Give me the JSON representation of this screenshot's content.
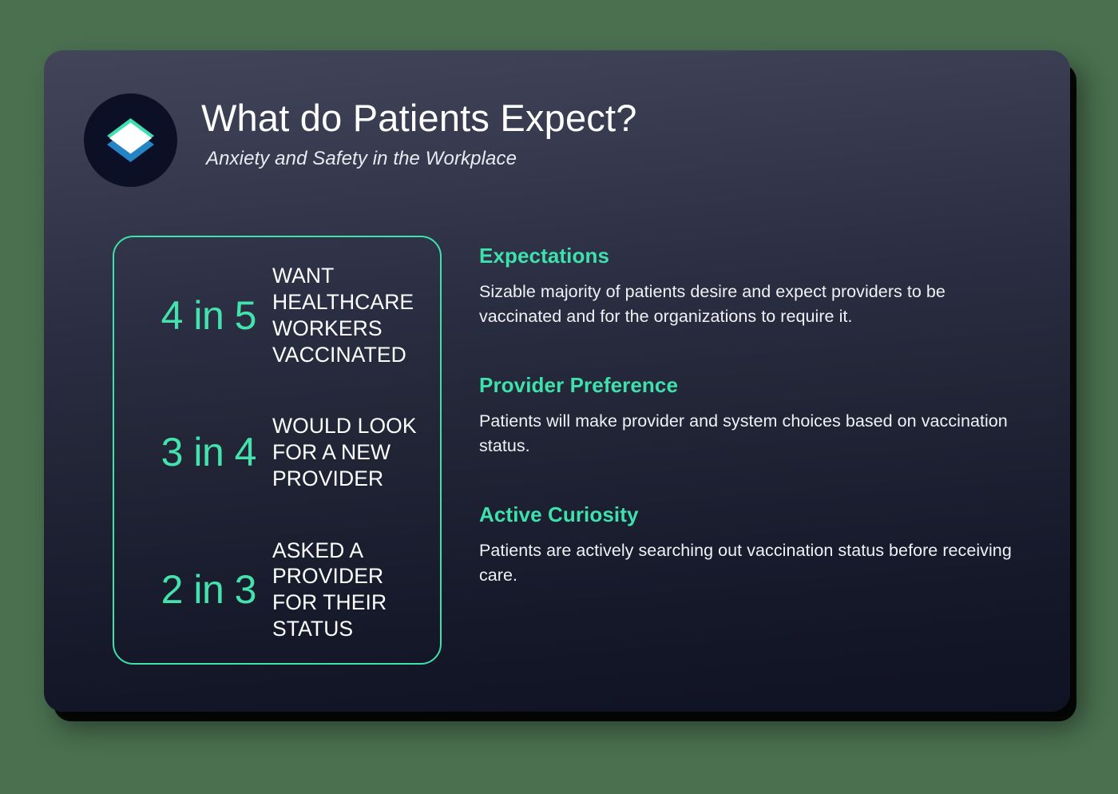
{
  "page": {
    "background_color": "#4a7050",
    "card_gradient_top": "#42455a",
    "card_gradient_bottom": "#101323",
    "accent_color": "#3ee0ac",
    "stat_number_color": "#44e3ad",
    "panel_border_color": "#3ce2aa"
  },
  "header": {
    "title": "What do Patients Expect?",
    "subtitle": "Anxiety and Safety in the Workplace",
    "logo": {
      "name": "stacked-diamonds-logo",
      "circle_color": "#0b1026",
      "top_diamond_color": "#3fe0ad",
      "middle_diamond_color": "#ffffff",
      "bottom_diamond_color": "#2484c6"
    }
  },
  "stats": [
    {
      "figure": "4 in 5",
      "label": "WANT HEALTHCARE WORKERS VACCINATED"
    },
    {
      "figure": "3 in 4",
      "label": "WOULD LOOK FOR A NEW PROVIDER"
    },
    {
      "figure": "2 in 3",
      "label": "ASKED A PROVIDER FOR THEIR STATUS"
    }
  ],
  "insights": [
    {
      "heading": "Expectations",
      "body": "Sizable majority of patients desire and expect providers to be vaccinated and for the organizations to require it."
    },
    {
      "heading": "Provider Preference",
      "body": "Patients will make provider and system choices based on vaccination status."
    },
    {
      "heading": "Active Curiosity",
      "body": "Patients are actively searching out vaccination status before receiving care."
    }
  ]
}
